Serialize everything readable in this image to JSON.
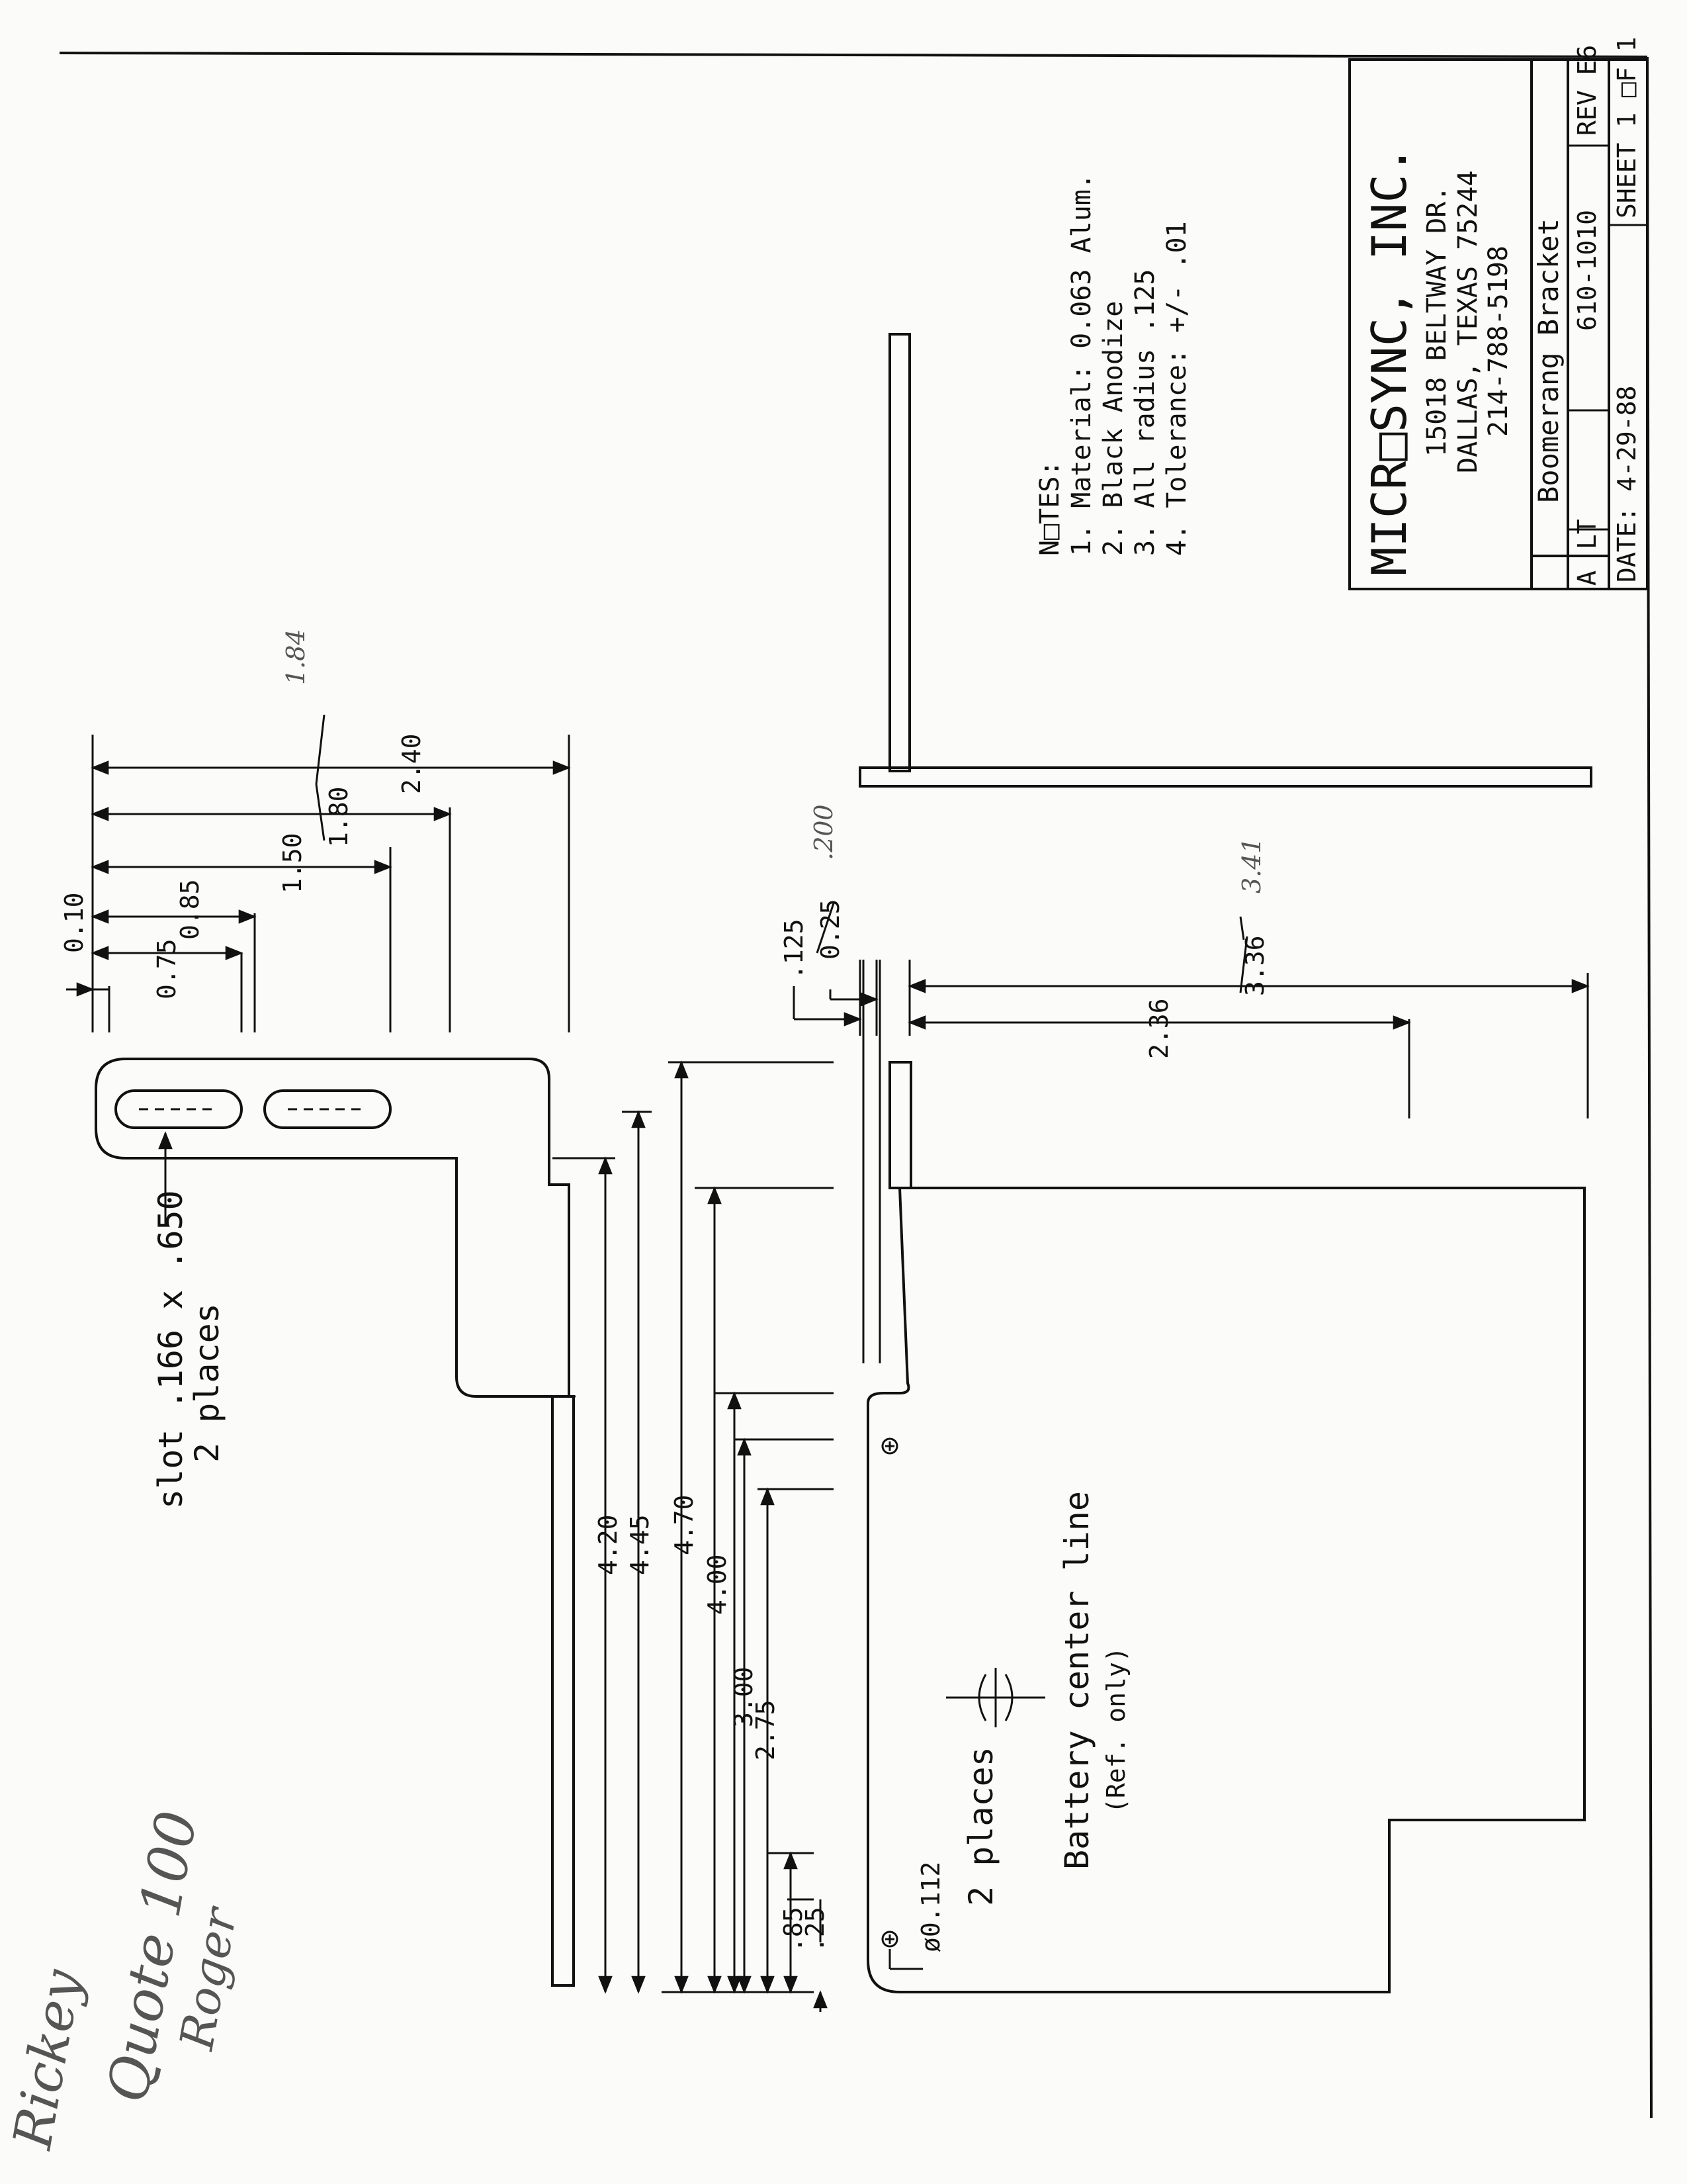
{
  "title_block": {
    "company": "MICR□SYNC, INC.",
    "address": "15018 BELTWAY DR.",
    "city": "DALLAS, TEXAS 75244",
    "phone": "214-788-5198",
    "part_name": "Boomerang Bracket",
    "size": "A",
    "drawn_by": "LT",
    "part_number": "610-1010",
    "revision": "REV E6",
    "date": "DATE: 4-29-88",
    "sheet": "SHEET 1 □F 1"
  },
  "notes": {
    "heading": "N□TES:",
    "items": [
      "1. Material: 0.063 Alum.",
      "2. Black Anodize",
      "3. All radius .125",
      "4. Tolerance: +/- .01"
    ]
  },
  "callouts": {
    "slot_line1": "slot .166 x .650",
    "slot_line2": "2 places",
    "hole_line1": "ø0.112",
    "hole_line2": "2 places",
    "battery_line1": "Battery center line",
    "battery_line2": "(Ref. only)"
  },
  "dimensions": {
    "top": [
      "0.10",
      "0.75",
      "0.85",
      "1.50",
      "1.80",
      "1.84",
      "2.40"
    ],
    "left": [
      ".25",
      ".85",
      "2.75",
      "3.00",
      "4.00",
      "4.20",
      "4.45",
      "4.70"
    ],
    "flange": [
      ".125",
      "0.25",
      ".200",
      "2.36",
      "3.36",
      "3.41"
    ]
  },
  "handwriting": {
    "line1": "Rickey",
    "line2": "Quote 100",
    "line3": "Roger"
  },
  "colors": {
    "ink": "#111111",
    "paper": "#fbfbf9",
    "pencil": "#555555"
  }
}
